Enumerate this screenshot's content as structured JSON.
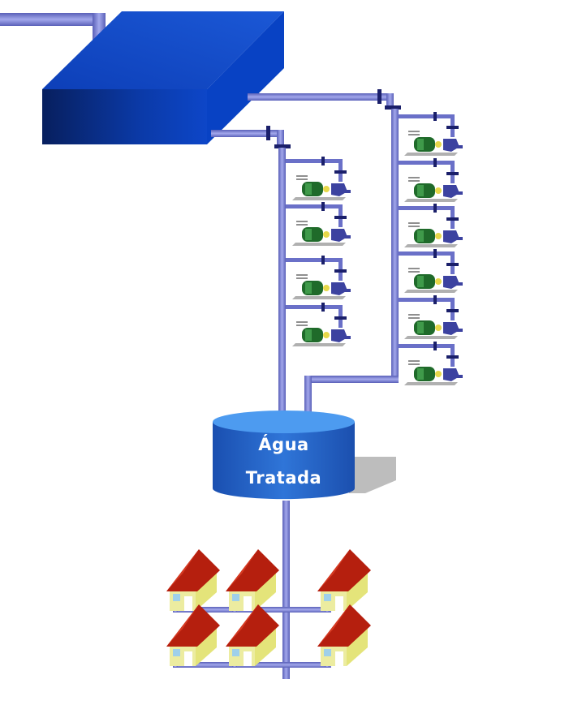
{
  "tank": {
    "label_line1": "Água",
    "label_line2": "Tratada"
  },
  "colors": {
    "reservoir_front": "#0a2f8a",
    "reservoir_top": "#1a55d0",
    "reservoir_side": "#0740c0",
    "pipe": "#7f86d6",
    "pipe_dark": "#3a3f8a",
    "tank_body": "#2565c8",
    "tank_top": "#4f9cf0",
    "pump_motor": "#1f6a2a",
    "house_roof": "#b51f0e",
    "house_wall": "#ecec9a",
    "house_window": "#9fd0ea"
  },
  "icons": {
    "pump": "motor-pump-icon",
    "house": "house-icon",
    "reservoir": "reservoir-box",
    "tank": "cylindrical-tank"
  }
}
